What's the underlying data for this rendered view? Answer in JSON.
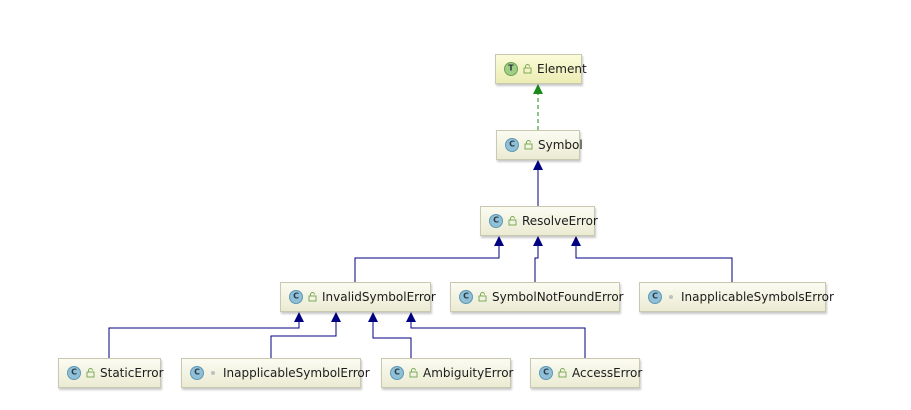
{
  "colors": {
    "extends_edge": "#000080",
    "implements_edge": "#1a8a1a"
  },
  "nodes": [
    {
      "id": "element",
      "label": "Element",
      "kind": "T",
      "visibility": "package-lock-icon"
    },
    {
      "id": "symbol",
      "label": "Symbol",
      "kind": "C",
      "visibility": "package-lock-icon"
    },
    {
      "id": "resolve-error",
      "label": "ResolveError",
      "kind": "C",
      "visibility": "package-lock-icon"
    },
    {
      "id": "invalid-symbol-error",
      "label": "InvalidSymbolError",
      "kind": "C",
      "visibility": "package-lock-icon"
    },
    {
      "id": "symbol-not-found-error",
      "label": "SymbolNotFoundError",
      "kind": "C",
      "visibility": "package-lock-icon"
    },
    {
      "id": "inapplicable-symbols-error",
      "label": "InapplicableSymbolsError",
      "kind": "C",
      "visibility": "private-dot-icon"
    },
    {
      "id": "static-error",
      "label": "StaticError",
      "kind": "C",
      "visibility": "package-lock-icon"
    },
    {
      "id": "inapplicable-symbol-error",
      "label": "InapplicableSymbolError",
      "kind": "C",
      "visibility": "private-dot-icon"
    },
    {
      "id": "ambiguity-error",
      "label": "AmbiguityError",
      "kind": "C",
      "visibility": "package-lock-icon"
    },
    {
      "id": "access-error",
      "label": "AccessError",
      "kind": "C",
      "visibility": "package-lock-icon"
    }
  ],
  "edges": [
    {
      "from": "symbol",
      "to": "element",
      "type": "implements"
    },
    {
      "from": "resolve-error",
      "to": "symbol",
      "type": "extends"
    },
    {
      "from": "invalid-symbol-error",
      "to": "resolve-error",
      "type": "extends"
    },
    {
      "from": "symbol-not-found-error",
      "to": "resolve-error",
      "type": "extends"
    },
    {
      "from": "inapplicable-symbols-error",
      "to": "resolve-error",
      "type": "extends"
    },
    {
      "from": "static-error",
      "to": "invalid-symbol-error",
      "type": "extends"
    },
    {
      "from": "inapplicable-symbol-error",
      "to": "invalid-symbol-error",
      "type": "extends"
    },
    {
      "from": "ambiguity-error",
      "to": "invalid-symbol-error",
      "type": "extends"
    },
    {
      "from": "access-error",
      "to": "invalid-symbol-error",
      "type": "extends"
    }
  ]
}
